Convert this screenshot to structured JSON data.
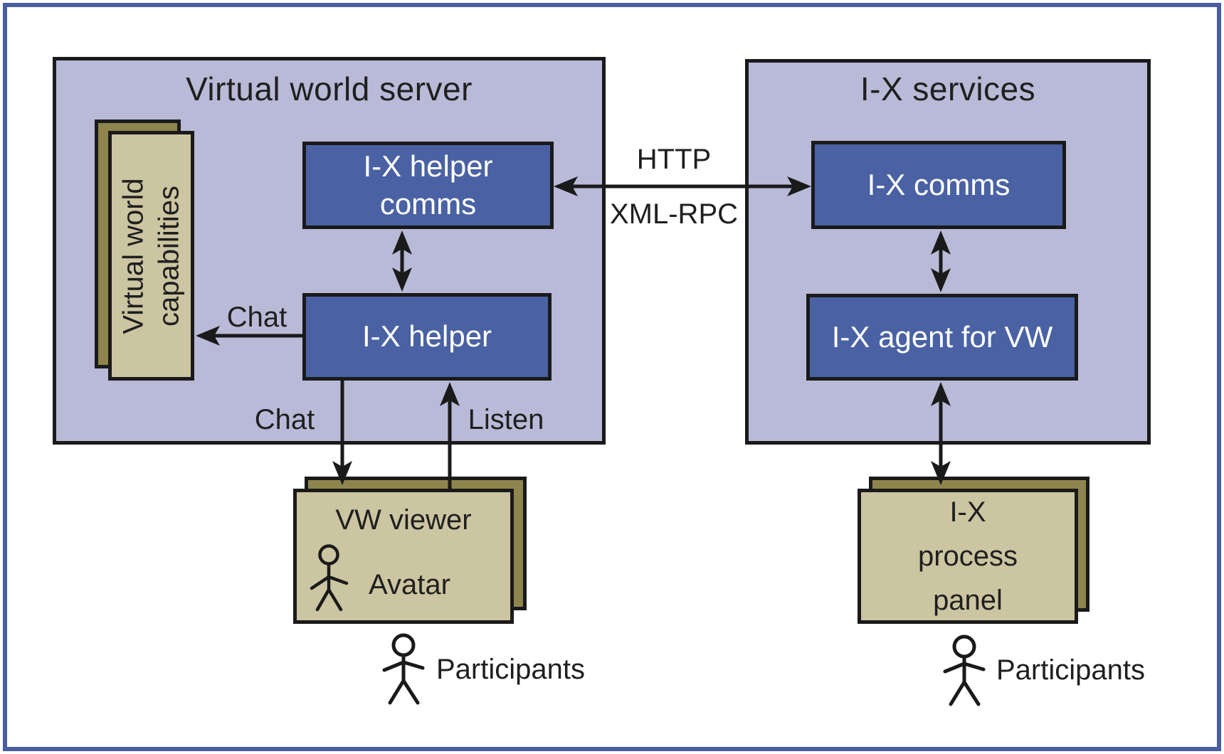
{
  "colors": {
    "frame": "#4a5e9c",
    "panel_fill": "#b8bad7",
    "box_fill": "#4a62a3",
    "card_front": "#ccc5a1",
    "card_back": "#8d854d",
    "line": "#1a1a1a",
    "text": "#1f1f1f"
  },
  "vws": {
    "title": "Virtual world server",
    "capabilities_line1": "Virtual world",
    "capabilities_line2": "capabilities",
    "helper_comms_line1": "I-X helper",
    "helper_comms_line2": "comms",
    "helper": "I-X helper"
  },
  "ixs": {
    "title": "I-X services",
    "comms": "I-X comms",
    "agent": "I-X agent for VW"
  },
  "vw_viewer": {
    "title": "VW viewer",
    "avatar": "Avatar"
  },
  "process_panel": {
    "line1": "I-X",
    "line2": "process",
    "line3": "panel"
  },
  "connections": {
    "http": "HTTP",
    "xml_rpc": "XML-RPC",
    "chat_upper": "Chat",
    "chat_lower": "Chat",
    "listen": "Listen"
  },
  "participants": {
    "left": "Participants",
    "right": "Participants"
  }
}
